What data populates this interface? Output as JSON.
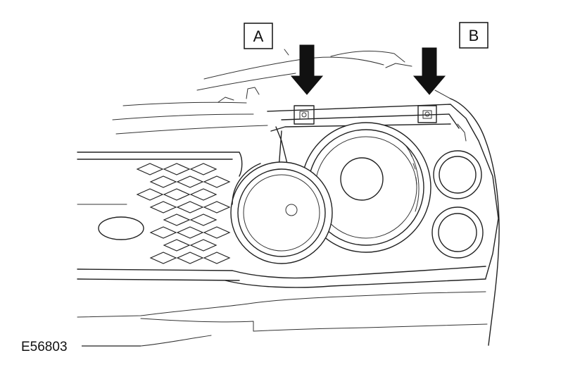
{
  "diagram": {
    "callouts": [
      {
        "id": "A",
        "label": "A"
      },
      {
        "id": "B",
        "label": "B"
      }
    ],
    "figure_ref": "E56803",
    "colors": {
      "line": "#222222",
      "background": "#ffffff",
      "arrow": "#111111"
    }
  }
}
